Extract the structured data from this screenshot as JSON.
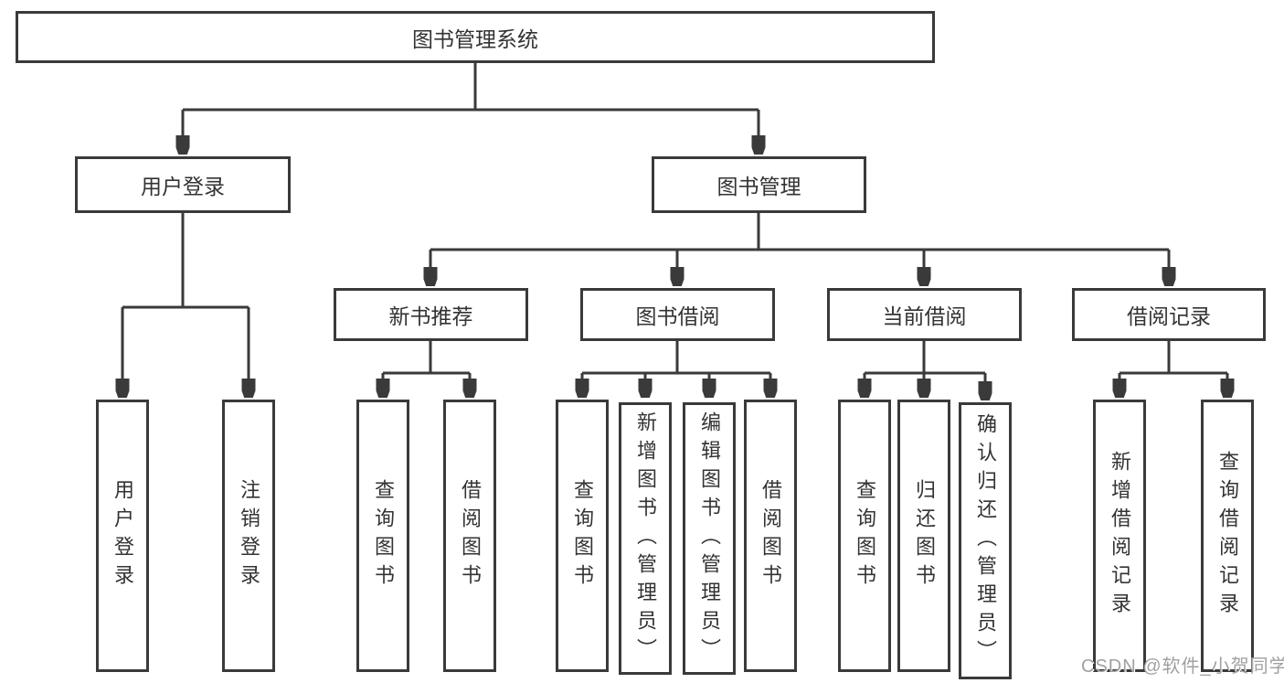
{
  "diagram": {
    "title": "图书管理系统",
    "root": {
      "label": "图书管理系统"
    },
    "branches": [
      {
        "label": "用户登录",
        "children": [
          {
            "label": "用户登录"
          },
          {
            "label": "注销登录"
          }
        ]
      },
      {
        "label": "图书管理",
        "children": [
          {
            "label": "新书推荐",
            "children": [
              {
                "label": "查询图书"
              },
              {
                "label": "借阅图书"
              }
            ]
          },
          {
            "label": "图书借阅",
            "children": [
              {
                "label": "查询图书"
              },
              {
                "label": "新增图书（管理员）"
              },
              {
                "label": "编辑图书（管理员）"
              },
              {
                "label": "借阅图书"
              }
            ]
          },
          {
            "label": "当前借阅",
            "children": [
              {
                "label": "查询图书"
              },
              {
                "label": "归还图书"
              },
              {
                "label": "确认归还（管理员）"
              }
            ]
          },
          {
            "label": "借阅记录",
            "children": [
              {
                "label": "新增借阅记录"
              },
              {
                "label": "查询借阅记录"
              }
            ]
          }
        ]
      }
    ]
  },
  "watermark": {
    "text": "CSDN @软件_小贺同学"
  },
  "colors": {
    "line": "#3a3a3a",
    "text": "#333333",
    "background": "#ffffff",
    "watermark": "#a0a0a0"
  }
}
